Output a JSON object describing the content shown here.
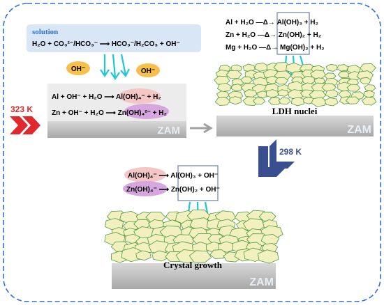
{
  "solution": {
    "label": "solution",
    "equation": "H₂O + CO₃²⁻/HCO₃⁻ ⟶ HCO₃⁻/H₂CO₃ + OH⁻"
  },
  "stage1": {
    "oh_bubble_1": "OH⁻",
    "oh_bubble_2": "OH⁻",
    "eq_al": "Al + OH⁻ + H₂O ⟶ Al(OH)₄⁻ + H₂",
    "eq_zn": "Zn + OH⁻ + H₂O ⟶ Zn(OH)₄²⁻ + H₂",
    "temperature": "323 K",
    "substrate": "ZAM"
  },
  "stage2": {
    "eq_al": "Al + H₂O —Δ→ Al(OH)₃ + H₂",
    "eq_zn": "Zn + H₂O —Δ→ Zn(OH)₂ + H₂",
    "eq_mg": "Mg + H₂O —Δ→ Mg(OH)₂ + H₂",
    "caption": "LDH nuclei",
    "substrate": "ZAM"
  },
  "transition": {
    "temperature": "298 K"
  },
  "stage3": {
    "eq_al": "Al(OH)₄⁻ ⟶ Al(OH)₃ + OH⁻",
    "eq_zn": "Zn(OH)₄⁻ ⟶ Zn(OH)₂ + OH⁻",
    "caption": "Crystal growth",
    "substrate": "ZAM"
  },
  "colors": {
    "frame": "#2f6fd6",
    "solution_fill": "#d8e6f6",
    "solution_label": "#2f6fd6",
    "oh_fill": "#f6c04a",
    "al_fill": "#f4c6c6",
    "zn_fill": "#d6a6de",
    "temp_red": "#e0282e",
    "temp_blue": "#3a4f8f",
    "slab_top": "#cfcfcf",
    "slab_front": "#9c9c9c",
    "hex_fill": "#f2f0bf",
    "hex_stroke": "#4e9a3c",
    "arrow_cyan": "#1fc6d6",
    "box_stroke": "#6a7fa8"
  }
}
